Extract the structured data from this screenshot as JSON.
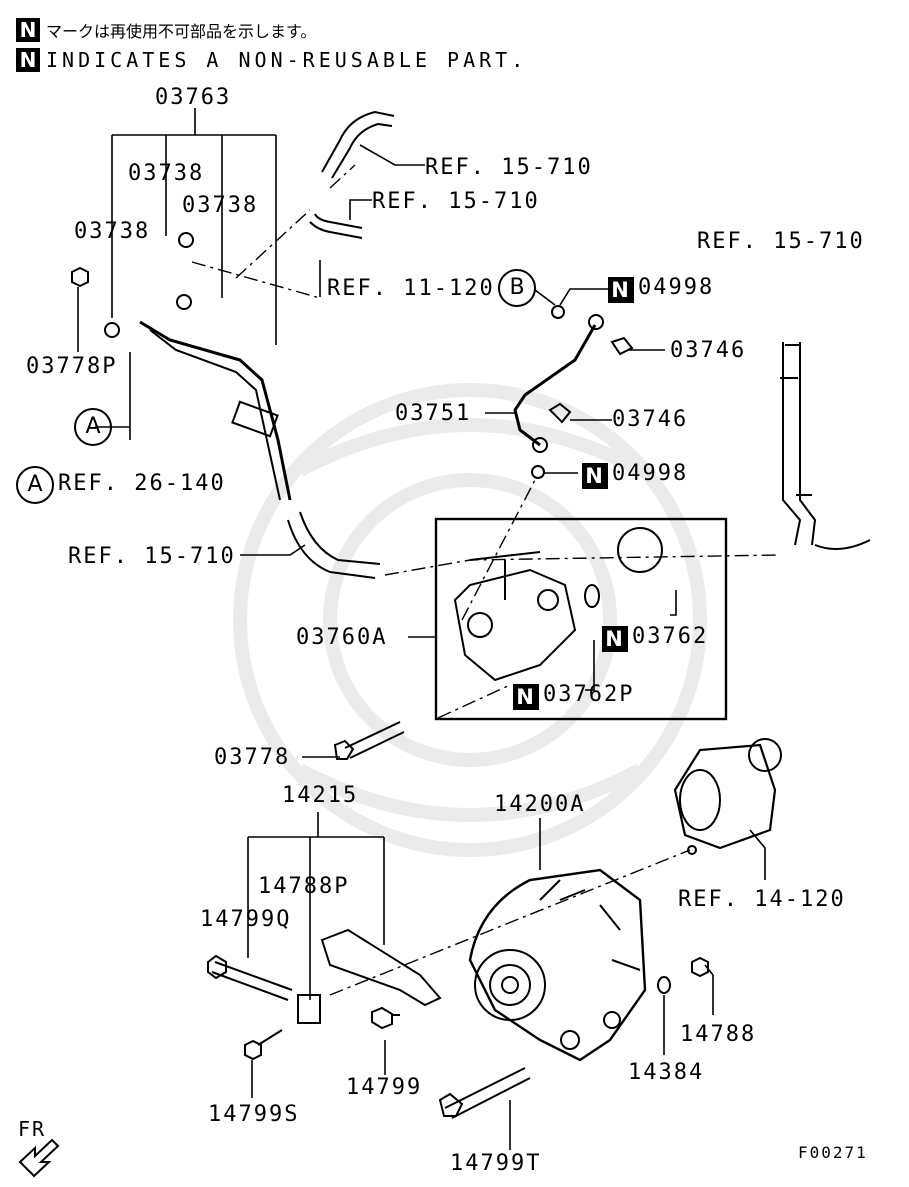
{
  "legend": {
    "jp_text": "マークは再使用不可部品を示します。",
    "en_text": "INDICATES A NON-REUSABLE PART.",
    "marker": "N"
  },
  "callouts": {
    "p03763": "03763",
    "p03738_a": "03738",
    "p03738_b": "03738",
    "p03738_c": "03738",
    "p03778P": "03778P",
    "ref_15_710_a": "REF. 15-710",
    "ref_15_710_b": "REF. 15-710",
    "ref_15_710_c": "REF. 15-710",
    "ref_15_710_d": "REF. 15-710",
    "ref_11_120": "REF. 11-120",
    "circle_b": "B",
    "p04998_a": "04998",
    "p04998_b": "04998",
    "p03746_a": "03746",
    "p03746_b": "03746",
    "p03751": "03751",
    "circle_a1": "A",
    "circle_a2": "A",
    "ref_26_140": "REF. 26-140",
    "p03760A": "03760A",
    "p03762": "03762",
    "p03762P": "03762P",
    "p03778": "03778",
    "p14215": "14215",
    "p14200A": "14200A",
    "p14788P": "14788P",
    "p14799Q": "14799Q",
    "ref_14_120": "REF. 14-120",
    "p14799": "14799",
    "p14799S": "14799S",
    "p14384": "14384",
    "p14788": "14788",
    "p14799T": "14799T",
    "fr": "FR"
  },
  "figure_code": "F00271",
  "colors": {
    "ink": "#000000",
    "watermark": "#ebebeb",
    "paper": "#ffffff"
  }
}
